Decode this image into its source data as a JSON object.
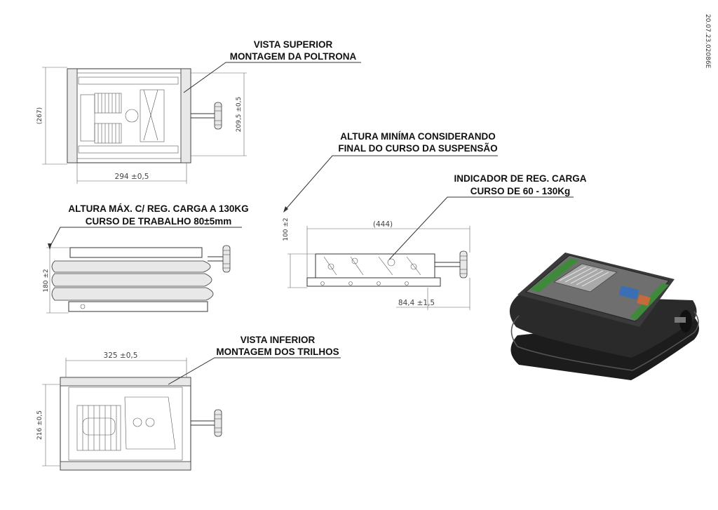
{
  "callouts": {
    "top_view": [
      "VISTA SUPERIOR",
      "MONTAGEM DA POLTRONA"
    ],
    "min_height": [
      "ALTURA MINÍMA CONSIDERANDO",
      "FINAL DO CURSO DA SUSPENSÃO"
    ],
    "load_indicator": [
      "INDICADOR DE REG. CARGA",
      "CURSO DE 60 - 130Kg"
    ],
    "max_height": [
      "ALTURA MÁX. C/ REG. CARGA A 130KG",
      "CURSO DE TRABALHO 80±5mm"
    ],
    "bottom_view": [
      "VISTA INFERIOR",
      "MONTAGEM DOS TRILHOS"
    ]
  },
  "dimensions": {
    "top_height": "(267)",
    "top_rail_height": "209,5 ±0,5",
    "top_width": "294 ±0,5",
    "side_max_height": "180 ±2",
    "side_min_height": "100 ±2",
    "side_length": "(444)",
    "side_knob_offset": "84,4 ±1,5",
    "bottom_width": "325 ±0,5",
    "bottom_height": "216 ±0,5"
  },
  "document_code": "20.07.23.02086E"
}
